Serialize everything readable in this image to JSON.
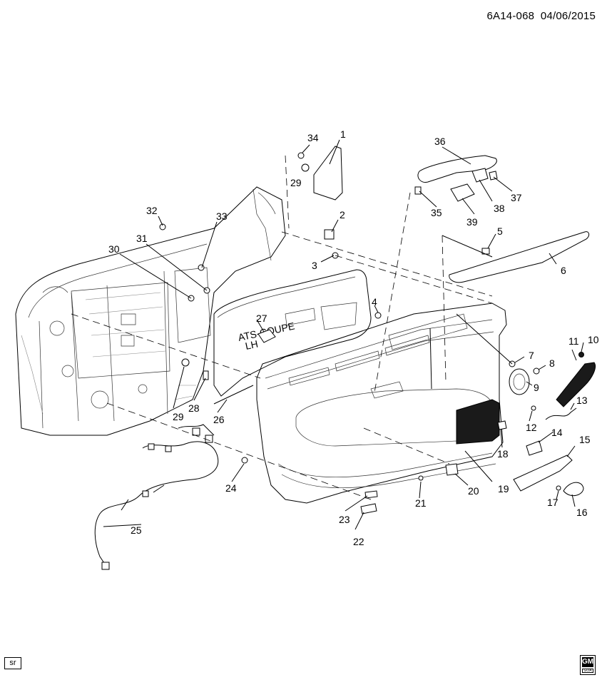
{
  "header": {
    "code": "6A14-068",
    "date": "04/06/2015"
  },
  "footer": {
    "left_tag": "sr",
    "logo_text": "GM",
    "logo_sub": "GOA"
  },
  "callouts": [
    "1",
    "2",
    "3",
    "4",
    "5",
    "6",
    "7",
    "8",
    "9",
    "10",
    "11",
    "12",
    "13",
    "14",
    "15",
    "16",
    "17",
    "18",
    "19",
    "20",
    "21",
    "22",
    "23",
    "24",
    "25",
    "26",
    "27",
    "28",
    "29",
    "29",
    "30",
    "31",
    "32",
    "33",
    "34",
    "35",
    "36",
    "37",
    "38",
    "39"
  ],
  "panel_labels": {
    "coupe": "ATS-COUPE",
    "side": "LH"
  }
}
